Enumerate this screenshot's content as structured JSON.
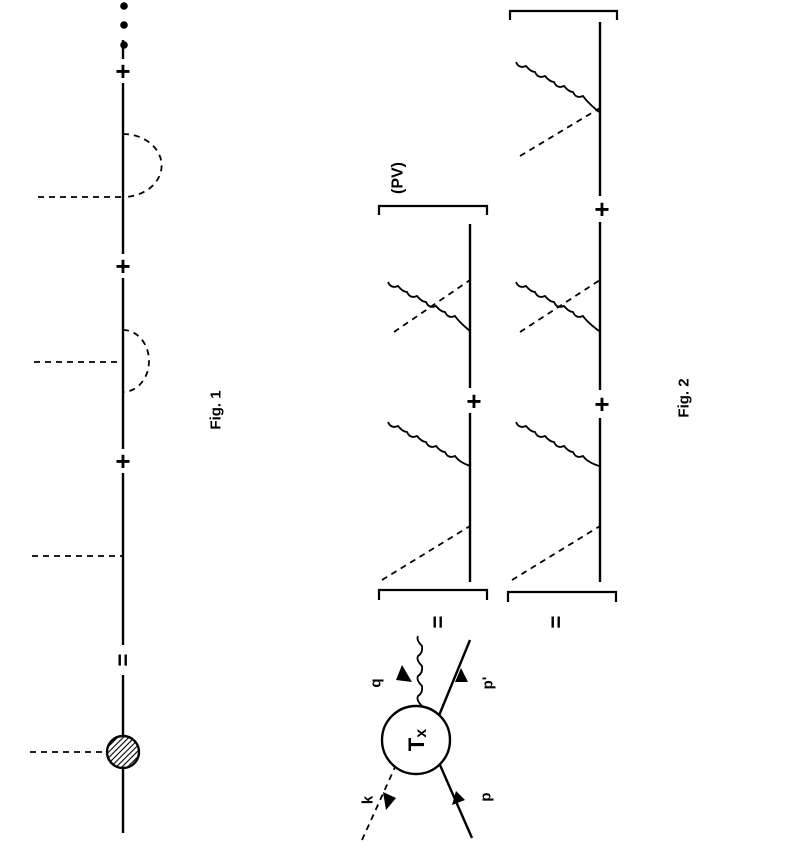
{
  "fig1": {
    "caption": "Fig. 1",
    "equals": "=",
    "plus": "+"
  },
  "fig2": {
    "caption": "Fig. 2",
    "equals": "=",
    "plus": "+",
    "pv_label": "(PV)"
  },
  "vertex": {
    "label": "T",
    "label_sub": "x",
    "momenta": {
      "k": "k",
      "q": "q",
      "p": "p",
      "p_prime": "p'"
    }
  }
}
